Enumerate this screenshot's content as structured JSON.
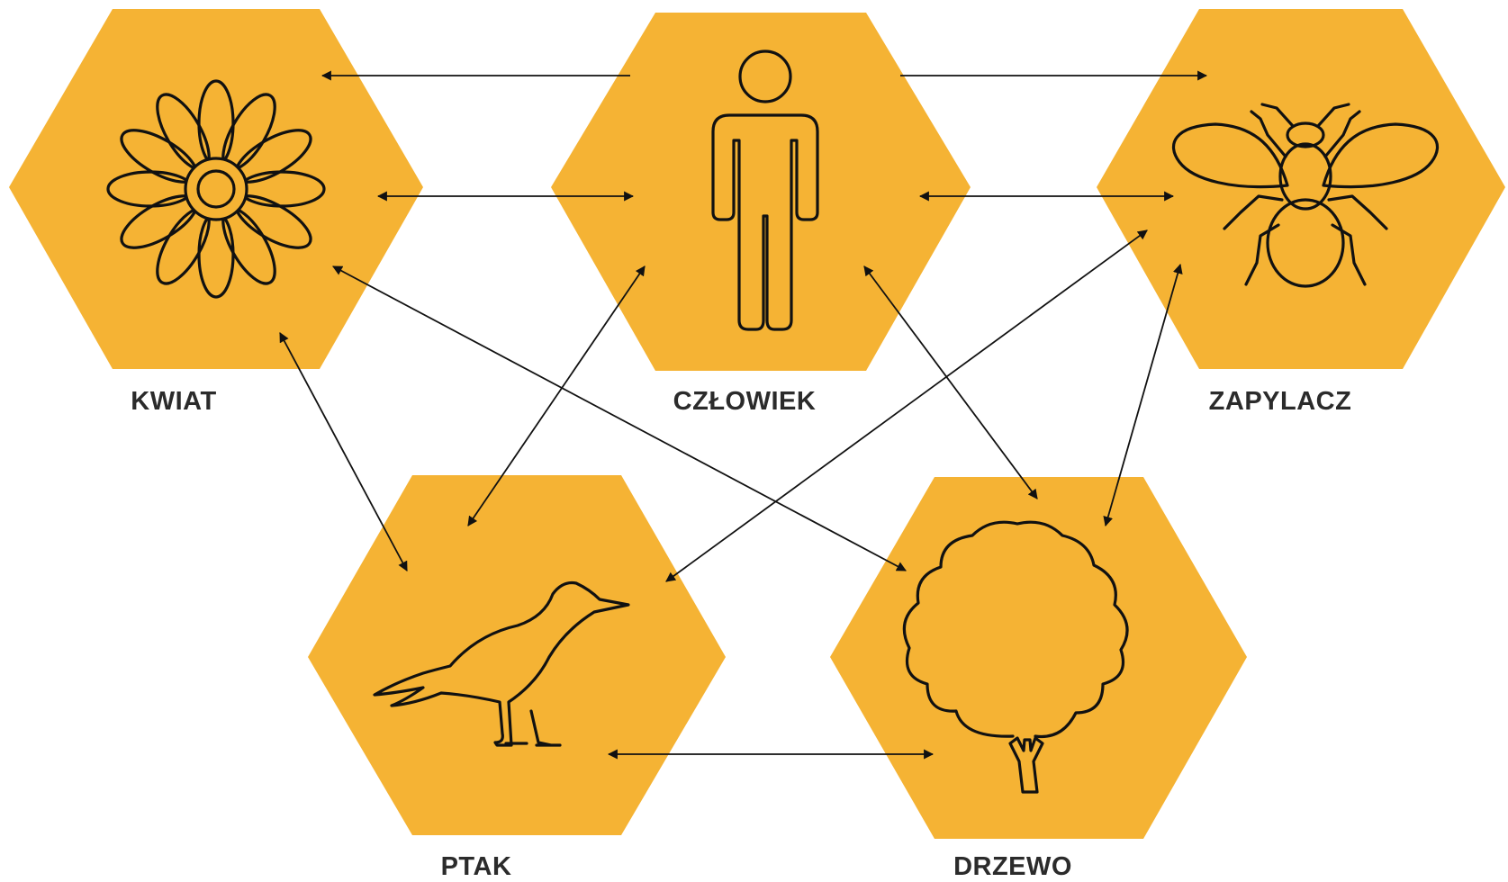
{
  "diagram": {
    "colors": {
      "hexagon": "#f5b334",
      "line": "#111111",
      "label": "#2b2b2b",
      "background": "#ffffff"
    },
    "nodes": {
      "kwiat": {
        "label": "KWIAT",
        "icon": "flower-icon"
      },
      "czlowiek": {
        "label": "CZŁOWIEK",
        "icon": "person-icon"
      },
      "zapylacz": {
        "label": "ZAPYLACZ",
        "icon": "bee-icon"
      },
      "ptak": {
        "label": "PTAK",
        "icon": "bird-icon"
      },
      "drzewo": {
        "label": "DRZEWO",
        "icon": "tree-icon"
      }
    },
    "connections": [
      {
        "from": "czlowiek",
        "to": "kwiat",
        "direction": "to"
      },
      {
        "from": "czlowiek",
        "to": "zapylacz",
        "direction": "to"
      },
      {
        "from": "kwiat",
        "to": "czlowiek",
        "direction": "both"
      },
      {
        "from": "czlowiek",
        "to": "zapylacz",
        "direction": "both"
      },
      {
        "from": "kwiat",
        "to": "ptak",
        "direction": "both"
      },
      {
        "from": "kwiat",
        "to": "drzewo",
        "direction": "both"
      },
      {
        "from": "czlowiek",
        "to": "ptak",
        "direction": "both"
      },
      {
        "from": "czlowiek",
        "to": "drzewo",
        "direction": "both"
      },
      {
        "from": "zapylacz",
        "to": "ptak",
        "direction": "both"
      },
      {
        "from": "zapylacz",
        "to": "drzewo",
        "direction": "both"
      },
      {
        "from": "ptak",
        "to": "drzewo",
        "direction": "both"
      }
    ]
  }
}
